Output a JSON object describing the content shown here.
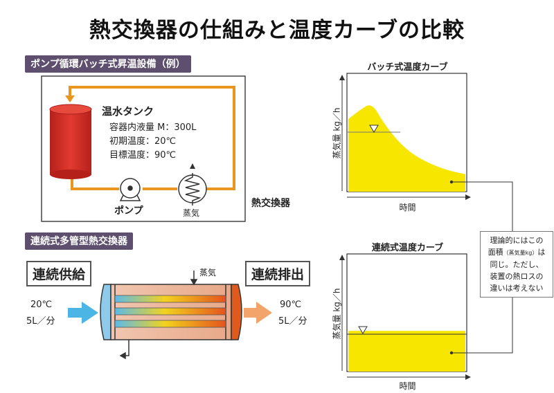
{
  "title": "熱交換器の仕組みと温度カーブの比較",
  "batch": {
    "tag": "ポンプ循環バッチ式昇温設備（例）",
    "tank_title": "温水タンク",
    "capacity": "容器内液量 M：300L",
    "initial_temp": "初期温度：20℃",
    "target_temp": "目標温度：90℃",
    "pump_label": "ポンプ",
    "steam_label": "蒸気",
    "exchanger_label": "熱交換器"
  },
  "continuous": {
    "tag": "連続式多管型熱交換器",
    "supply": "連続供給",
    "discharge": "連続排出",
    "in_temp": "20℃",
    "in_flow": "5L／分",
    "out_temp": "90℃",
    "out_flow": "5L／分",
    "steam_label": "蒸気"
  },
  "chart_data": [
    {
      "type": "area",
      "title": "バッチ式温度カーブ",
      "xlabel": "時間",
      "ylabel": "蒸気量 kg／h",
      "fill": "#f6e600",
      "x": [
        0,
        0.1,
        0.2,
        0.3,
        0.4,
        0.5,
        0.6,
        0.7,
        0.8,
        0.9,
        1.0
      ],
      "y": [
        0.62,
        0.7,
        0.76,
        0.59,
        0.46,
        0.36,
        0.29,
        0.24,
        0.2,
        0.17,
        0.15
      ]
    },
    {
      "type": "area",
      "title": "連続式温度カーブ",
      "xlabel": "時間",
      "ylabel": "蒸気量 kg／h",
      "fill": "#f6e600",
      "x": [
        0,
        1.0
      ],
      "y": [
        0.35,
        0.35
      ]
    }
  ],
  "note": {
    "line1": "理論的にはこの",
    "line2a": "面積",
    "line2b": "（蒸気量kg）",
    "line2c": "は",
    "line3": "同じ。ただし、",
    "line4": "装置の熱ロスの",
    "line5": "違いは考えない"
  },
  "colors": {
    "pipe_orange": "#e9961e",
    "tank_red": "#d6302a",
    "tag_bg": "#5e4f6e",
    "inlet_blue": "#4bb5e6",
    "outlet_orange": "#f3a46b",
    "curve_yellow": "#f6e600"
  }
}
